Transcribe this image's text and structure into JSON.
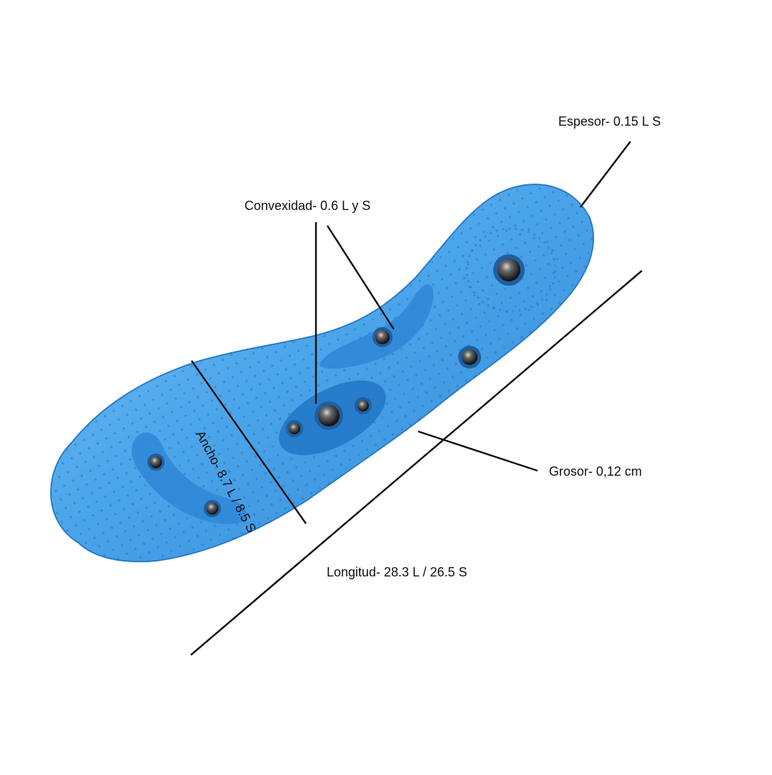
{
  "labels": {
    "espesor": "Espesor- 0.15 L S",
    "convexidad": "Convexidad- 0.6 L y S",
    "ancho": "Ancho- 8.7 L / 8.5 S",
    "grosor": "Grosor- 0,12 cm",
    "longitud": "Longitud- 28.3 L / 26.5 S"
  },
  "colors": {
    "insole": "#4aa3e6",
    "insole_dark": "#1f74c4",
    "magnet": "#2a2a2a",
    "line": "#111111"
  }
}
